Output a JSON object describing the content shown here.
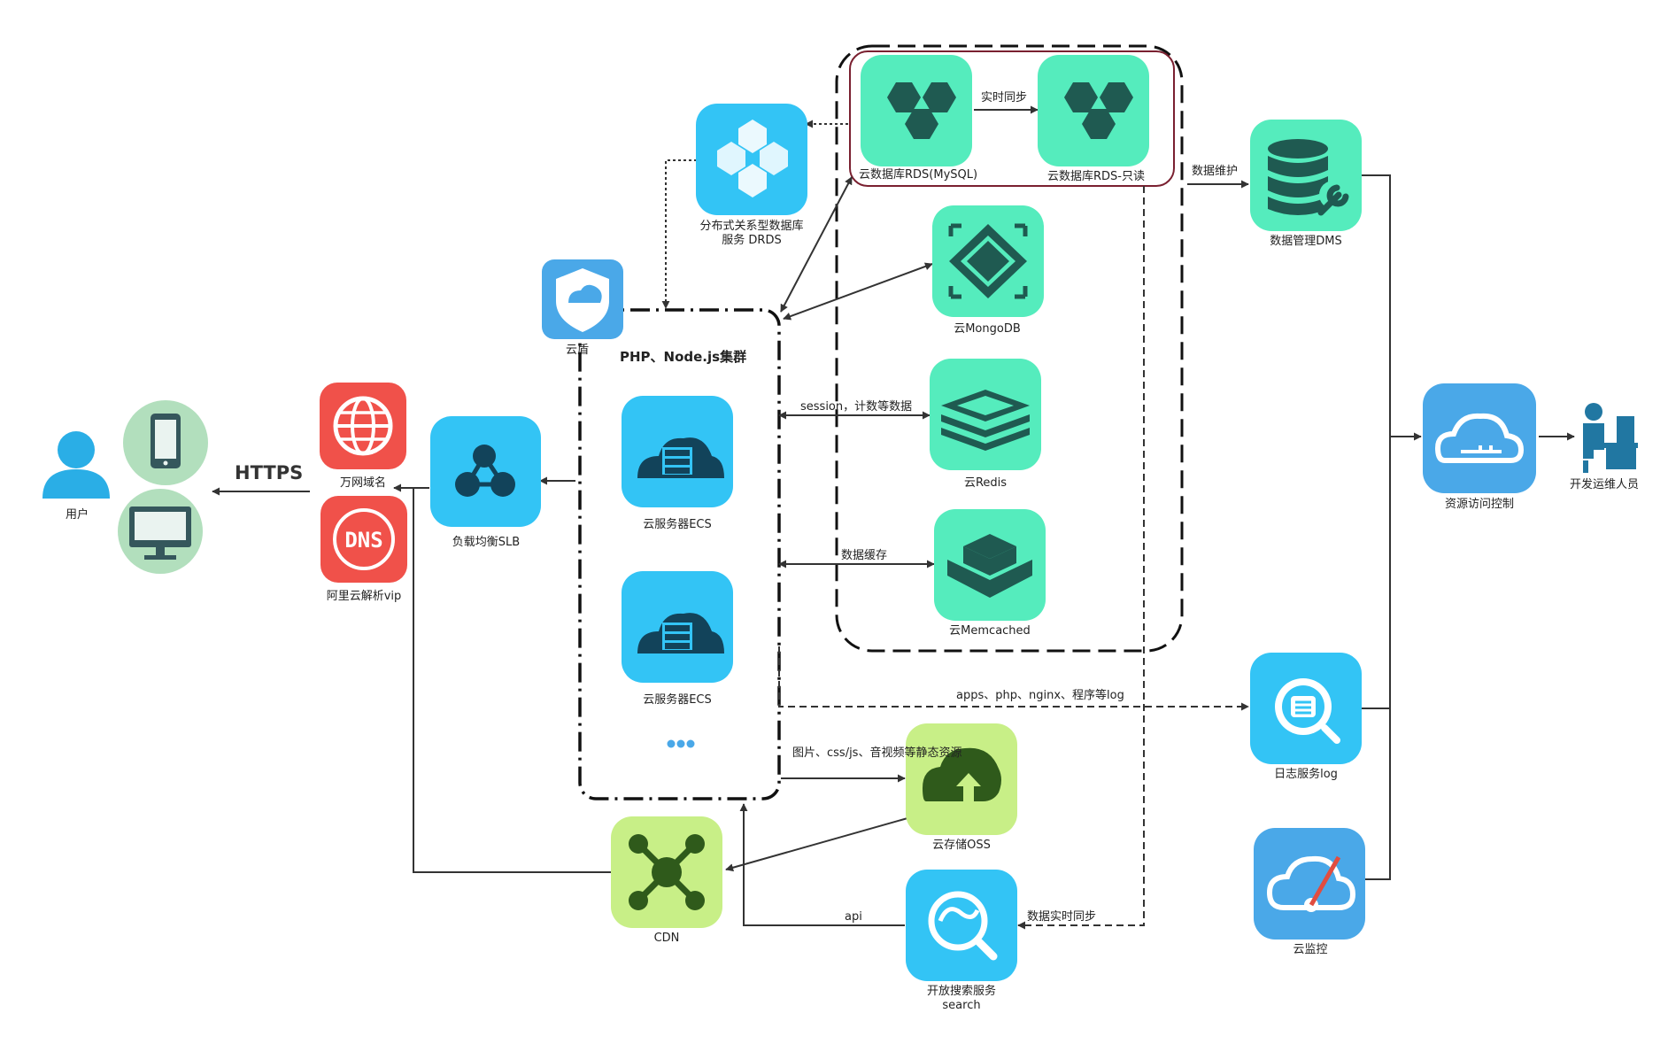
{
  "nodes": {
    "user": {
      "label": "用户"
    },
    "domain": {
      "label": "万网域名"
    },
    "dns": {
      "label": "阿里云解析vip"
    },
    "slb": {
      "label": "负载均衡SLB"
    },
    "shield": {
      "label": "云盾"
    },
    "cluster": {
      "title": "PHP、Node.js集群"
    },
    "ecs1": {
      "label": "云服务器ECS"
    },
    "ecs2": {
      "label": "云服务器ECS"
    },
    "drds": {
      "label": "分布式关系型数据库服务 DRDS"
    },
    "rds_mysql": {
      "label": "云数据库RDS(MySQL)"
    },
    "rds_ro": {
      "label": "云数据库RDS-只读"
    },
    "mongodb": {
      "label": "云MongoDB"
    },
    "redis": {
      "label": "云Redis"
    },
    "memcached": {
      "label": "云Memcached"
    },
    "dms": {
      "label": "数据管理DMS"
    },
    "ram": {
      "label": "资源访问控制"
    },
    "ops": {
      "label": "开发运维人员"
    },
    "log": {
      "label": "日志服务log"
    },
    "monitor": {
      "label": "云监控"
    },
    "oss": {
      "label": "云存储OSS"
    },
    "cdn": {
      "label": "CDN"
    },
    "search": {
      "label": "开放搜索服务 search"
    }
  },
  "edges": {
    "https": "HTTPS",
    "realtime_sync": "实时同步",
    "data_maintain": "数据维护",
    "session": "session，计数等数据",
    "cache": "数据缓存",
    "logs": "apps、php、nginx、程序等log",
    "static": "图片、css/js、音视频等静态资源",
    "api": "api",
    "search_sync": "数据实时同步"
  },
  "colors": {
    "blue": "#33c4f5",
    "blue_dark": "#4aa8e8",
    "green": "#55ecbd",
    "lime": "#c8ef87",
    "red": "#f0514a",
    "cyan_icon": "#12435a",
    "teal_icon": "#1f5a51",
    "olive_icon": "#2f5a1b",
    "user_blue": "#2aaee6",
    "device_green": "#b2dfbd",
    "rds_frame": "#7a2030"
  }
}
